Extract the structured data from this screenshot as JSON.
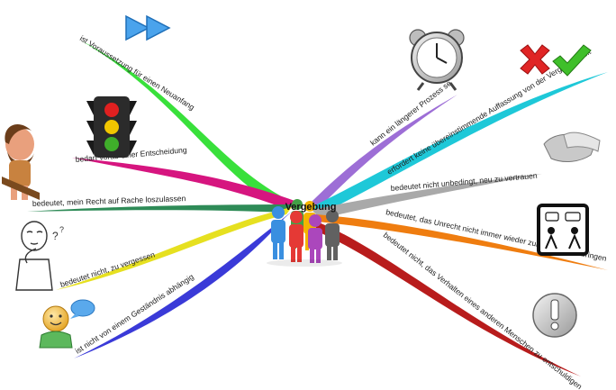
{
  "center": {
    "title": "Vergebung",
    "person_colors": [
      "#3a8fe0",
      "#e53935",
      "#f4b400",
      "#ab47bc",
      "#43a047",
      "#616161"
    ]
  },
  "branches": [
    {
      "text": "ist Voraussetzung für einen Neuanfang",
      "color": "#39e03b"
    },
    {
      "text": "bedarf vorab einer Entscheidung",
      "color": "#d6157f"
    },
    {
      "text": "bedeutet, mein Recht auf Rache loszulassen",
      "color": "#2e8b57"
    },
    {
      "text": "bedeutet nicht, zu vergessen",
      "color": "#e6e020"
    },
    {
      "text": "ist nicht von einem Geständnis abhängig",
      "color": "#3a3ad8"
    },
    {
      "text": "kann ein längerer Prozess se",
      "color": "#9d6ed6"
    },
    {
      "text": "erfordert keine übereinstimmende Auffassung von der Vergangenheit",
      "color": "#1ec8d8"
    },
    {
      "text": "bedeutet nicht unbedingt, neu zu vertrauen",
      "color": "#a9a9a9"
    },
    {
      "text": "bedeutet, das Unrecht nicht immer wieder zur Sprache zu bringen",
      "color": "#ef7d10"
    },
    {
      "text": "bedeutet nicht, das Verhalten eines anderen Menschen zu entschuldigen",
      "color": "#b81c1c"
    }
  ],
  "icons": [
    "fast-forward-icon",
    "traffic-light-icon",
    "caveman-icon",
    "thinking-man-icon",
    "chat-person-icon",
    "alarm-clock-icon",
    "cross-check-icon",
    "handshake-icon",
    "conversation-icon",
    "exclamation-icon"
  ]
}
